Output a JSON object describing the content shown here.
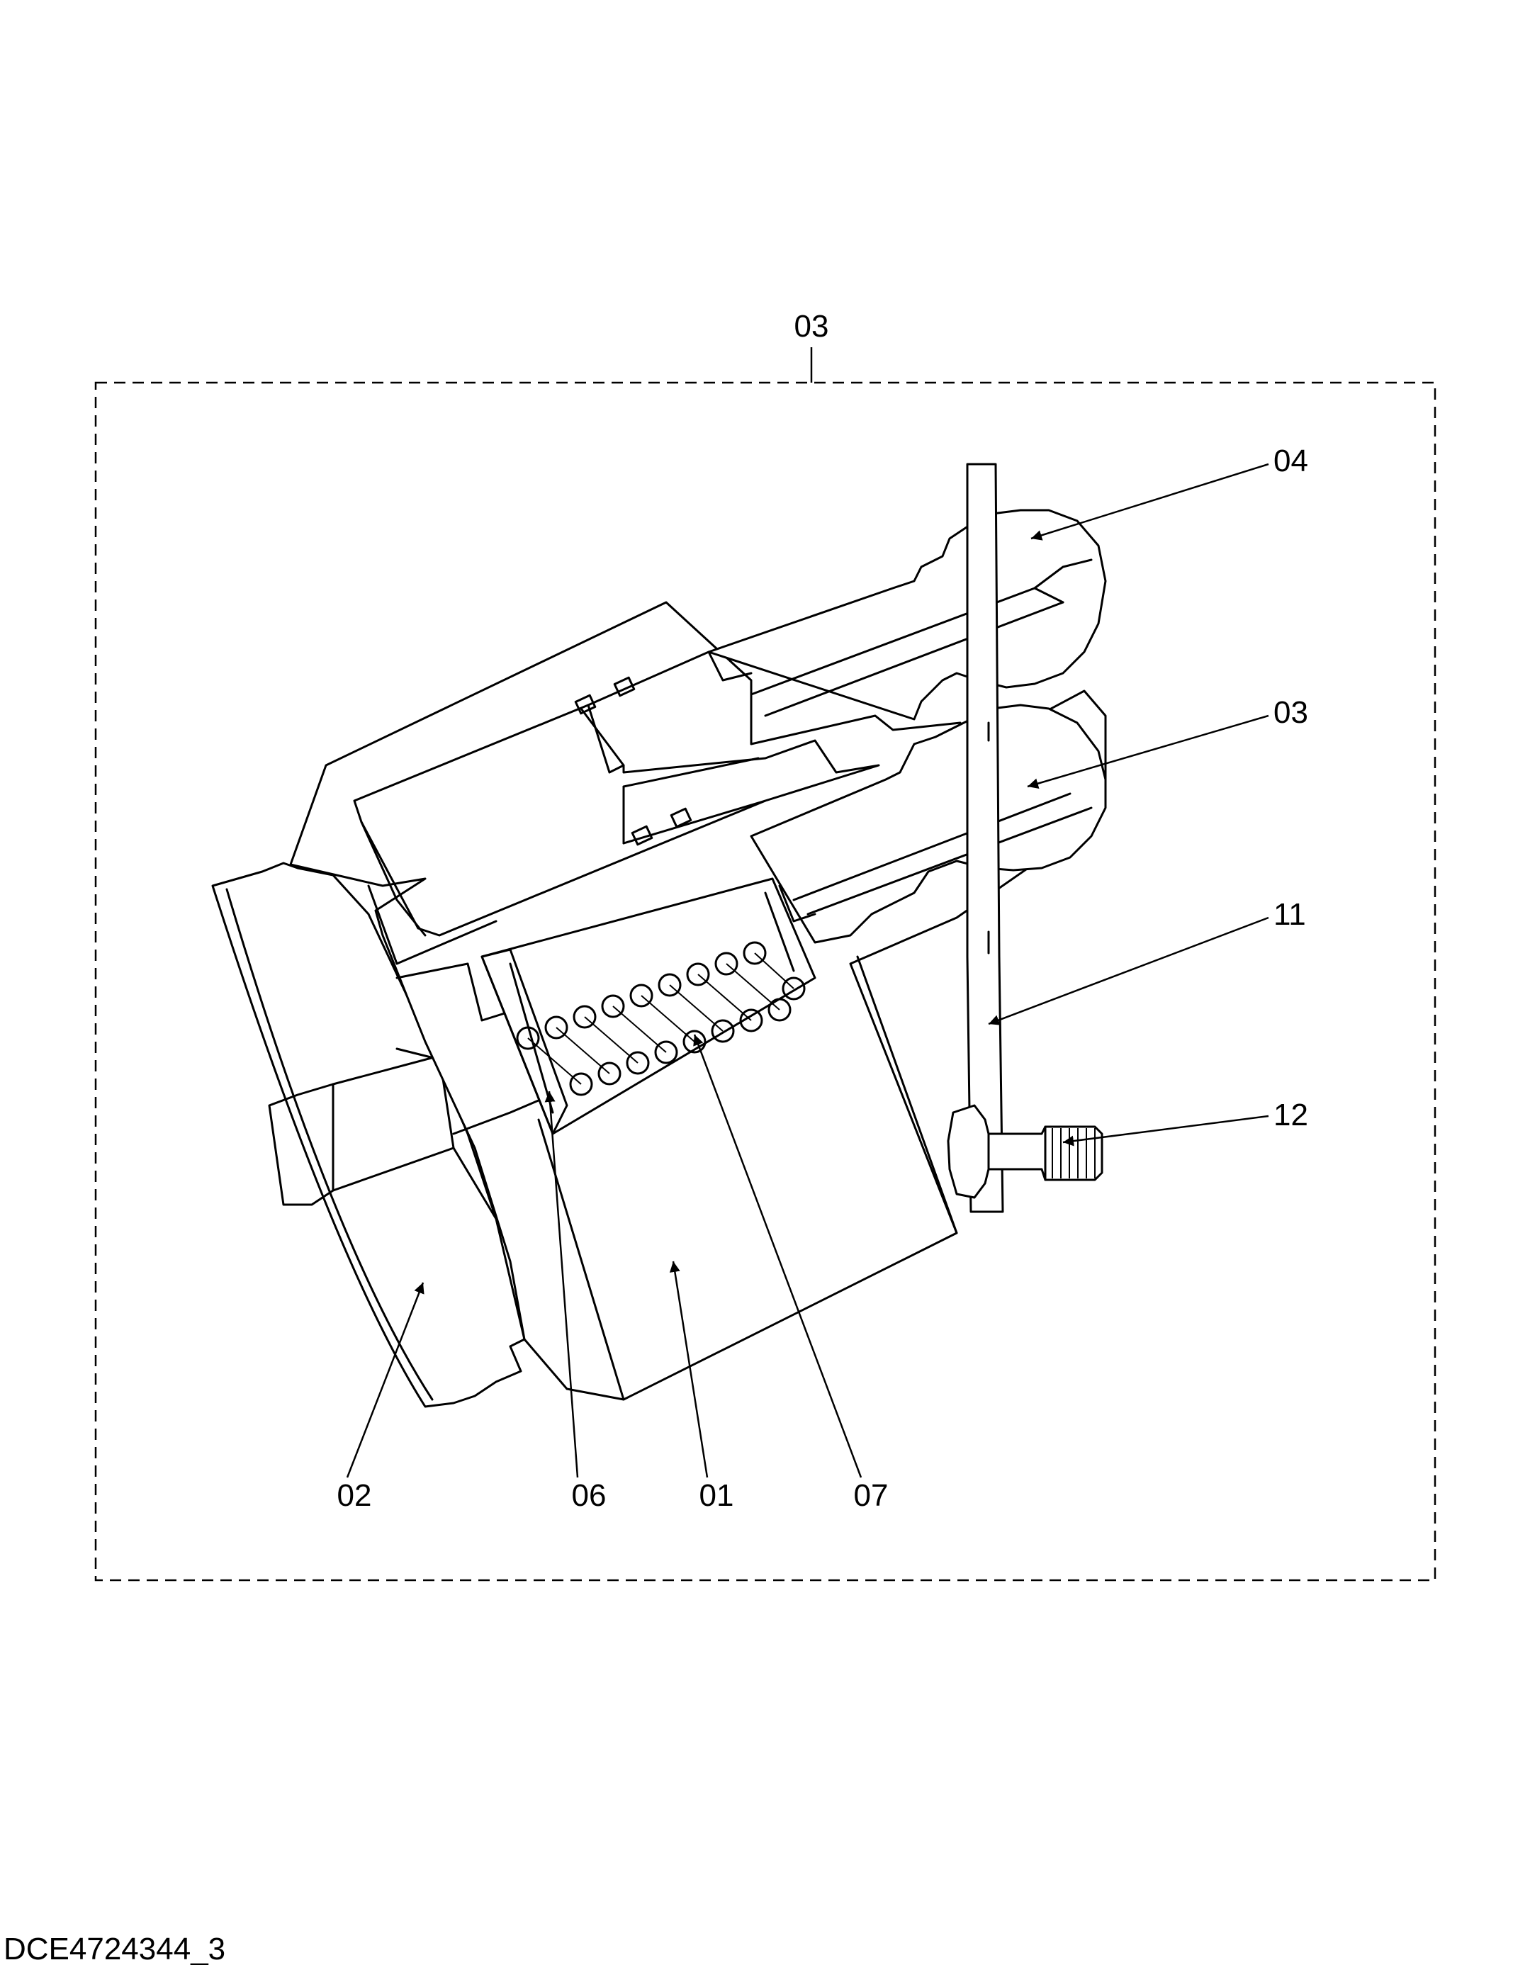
{
  "diagram": {
    "labels": {
      "assembly": "03",
      "part_04": "04",
      "part_03": "03",
      "part_11": "11",
      "part_12": "12",
      "part_02": "02",
      "part_06": "06",
      "part_01": "01",
      "part_07": "07"
    },
    "drawing_id": "DCE4724344_3"
  }
}
